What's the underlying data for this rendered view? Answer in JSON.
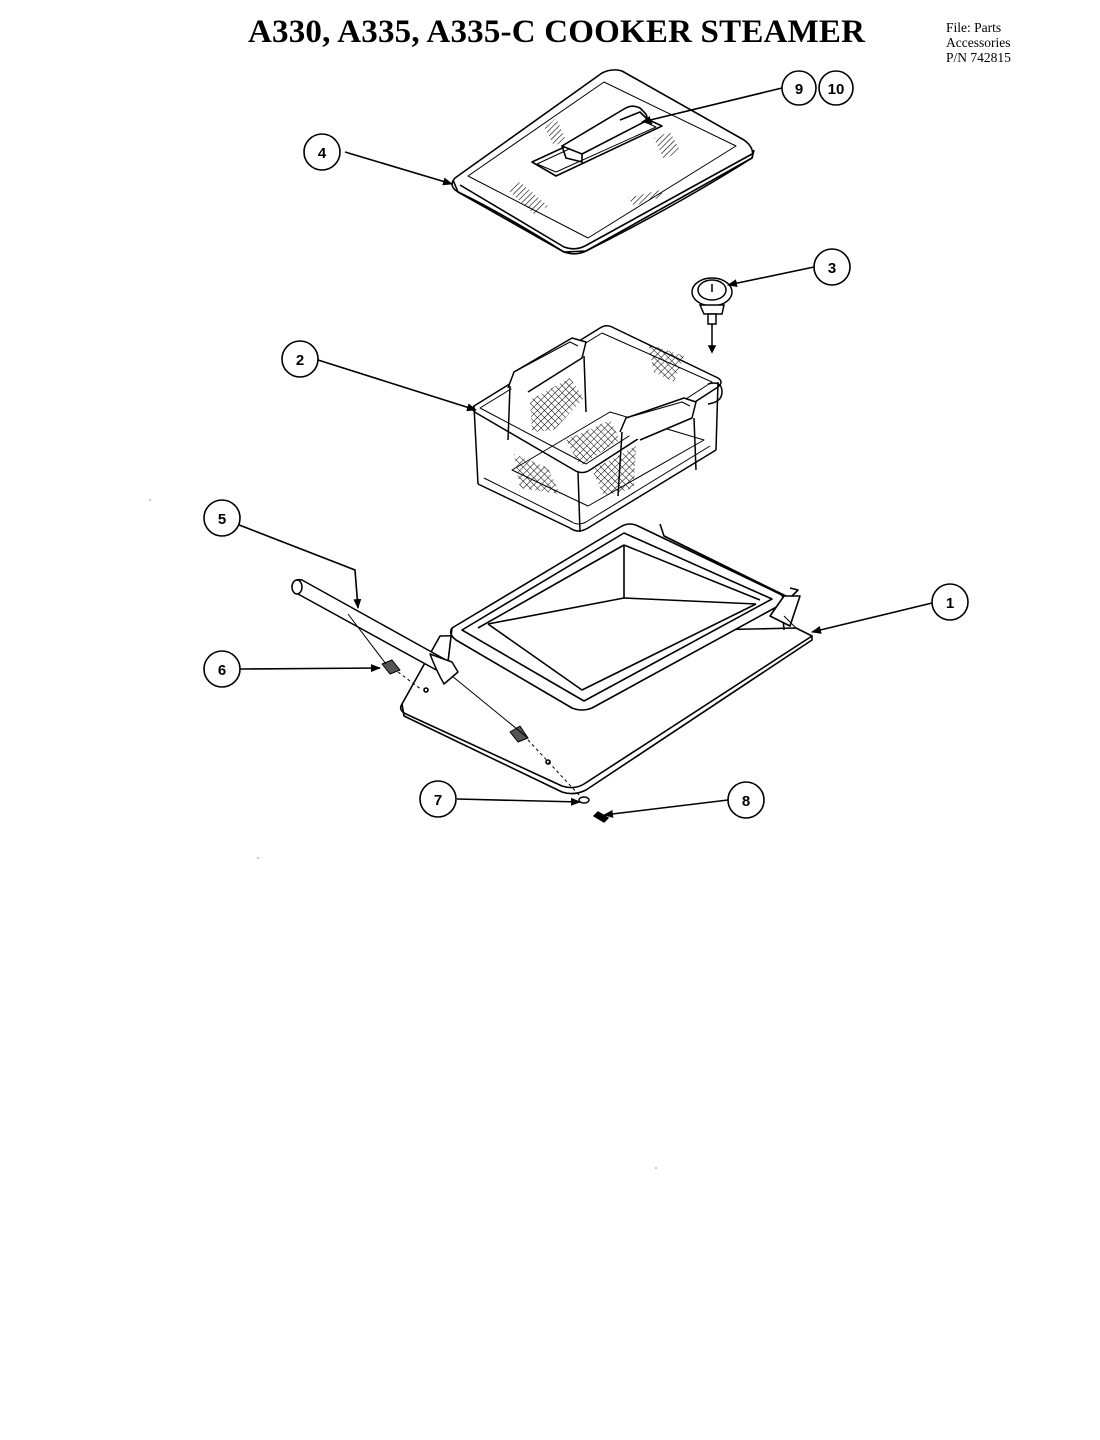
{
  "title": "A330, A335, A335-C COOKER STEAMER",
  "file_info": {
    "line1": "File: Parts",
    "line2": "Accessories",
    "line3": "P/N 742815"
  },
  "callouts": [
    {
      "id": "c9",
      "label": "9"
    },
    {
      "id": "c10",
      "label": "10"
    },
    {
      "id": "c4",
      "label": "4"
    },
    {
      "id": "c3",
      "label": "3"
    },
    {
      "id": "c2",
      "label": "2"
    },
    {
      "id": "c5",
      "label": "5"
    },
    {
      "id": "c1",
      "label": "1"
    },
    {
      "id": "c6",
      "label": "6"
    },
    {
      "id": "c7",
      "label": "7"
    },
    {
      "id": "c8",
      "label": "8"
    }
  ]
}
